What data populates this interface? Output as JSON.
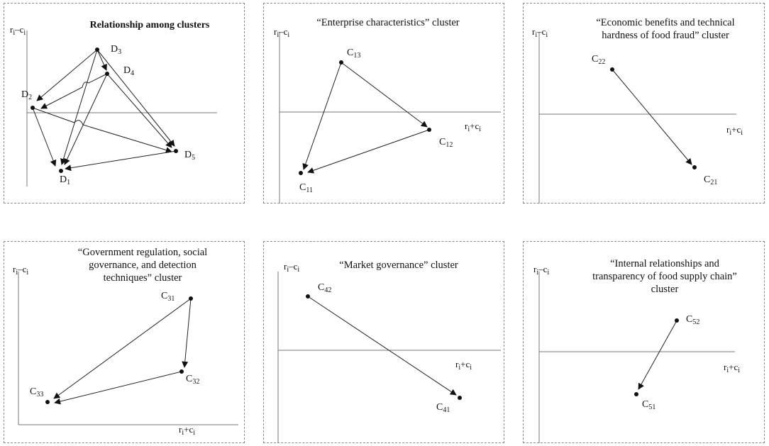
{
  "panels": [
    {
      "title": "Relationship among clusters",
      "y_axis": {
        "main": "r",
        "sub": "i",
        "sep": "–c",
        "sub2": "i"
      },
      "x_axis": null,
      "nodes": [
        {
          "main": "D",
          "sub": "1"
        },
        {
          "main": "D",
          "sub": "2"
        },
        {
          "main": "D",
          "sub": "3"
        },
        {
          "main": "D",
          "sub": "4"
        },
        {
          "main": "D",
          "sub": "5"
        }
      ]
    },
    {
      "title": "“Enterprise characteristics” cluster",
      "y_axis": {
        "main": "r",
        "sub": "i",
        "sep": "–c",
        "sub2": "i"
      },
      "x_axis": {
        "main": "r",
        "sub": "i",
        "sep": "+c",
        "sub2": "i"
      },
      "nodes": [
        {
          "main": "C",
          "sub": "13"
        },
        {
          "main": "C",
          "sub": "12"
        },
        {
          "main": "C",
          "sub": "11"
        }
      ]
    },
    {
      "title": "“Economic benefits and technical hardness of food fraud” cluster",
      "y_axis": {
        "main": "r",
        "sub": "i",
        "sep": "–c",
        "sub2": "i"
      },
      "x_axis": {
        "main": "r",
        "sub": "i",
        "sep": "+c",
        "sub2": "i"
      },
      "nodes": [
        {
          "main": "C",
          "sub": "22"
        },
        {
          "main": "C",
          "sub": "21"
        }
      ]
    },
    {
      "title": "“Government regulation, social governance, and detection techniques” cluster",
      "y_axis": {
        "main": "r",
        "sub": "i",
        "sep": "–c",
        "sub2": "i"
      },
      "x_axis": {
        "main": "r",
        "sub": "i",
        "sep": "+c",
        "sub2": "i"
      },
      "nodes": [
        {
          "main": "C",
          "sub": "31"
        },
        {
          "main": "C",
          "sub": "32"
        },
        {
          "main": "C",
          "sub": "33"
        }
      ]
    },
    {
      "title": "“Market governance” cluster",
      "y_axis": {
        "main": "r",
        "sub": "i",
        "sep": "–c",
        "sub2": "i"
      },
      "x_axis": {
        "main": "r",
        "sub": "i",
        "sep": "+c",
        "sub2": "i"
      },
      "nodes": [
        {
          "main": "C",
          "sub": "42"
        },
        {
          "main": "C",
          "sub": "41"
        }
      ]
    },
    {
      "title": "“Internal relationships and transparency of food supply chain” cluster",
      "y_axis": {
        "main": "r",
        "sub": "i",
        "sep": "–c",
        "sub2": "i"
      },
      "x_axis": {
        "main": "r",
        "sub": "i",
        "sep": "+c",
        "sub2": "i"
      },
      "nodes": [
        {
          "main": "C",
          "sub": "52"
        },
        {
          "main": "C",
          "sub": "51"
        }
      ]
    }
  ]
}
